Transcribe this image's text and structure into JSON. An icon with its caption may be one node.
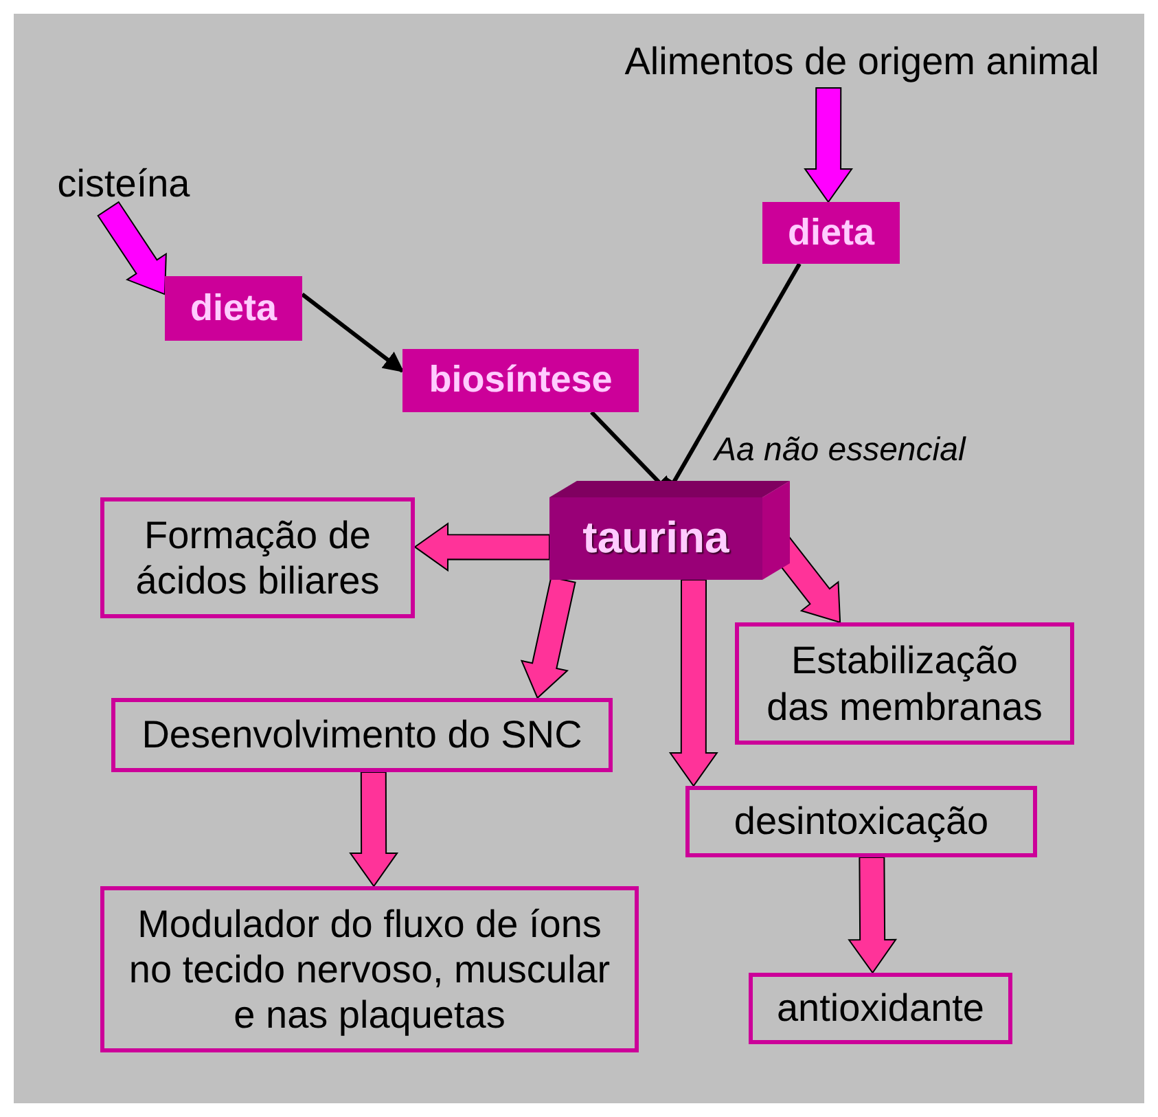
{
  "diagram": {
    "nodes": [
      {
        "text": [
          "Alimentos de origem animal"
        ]
      },
      {
        "text": [
          "cisteína"
        ]
      },
      {
        "text": [
          "dieta"
        ]
      },
      {
        "text": [
          "dieta"
        ]
      },
      {
        "text": [
          "biosíntese"
        ]
      },
      {
        "text": [
          "taurina"
        ],
        "beside": [
          "Aa não essencial"
        ]
      },
      {
        "text": [
          "Formação de ácidos biliares"
        ]
      },
      {
        "text": [
          "Estabilização das membranas"
        ]
      },
      {
        "text": [
          "Desenvolvimento do SNC"
        ]
      },
      {
        "text": [
          "desintoxicação"
        ]
      },
      {
        "text": [
          "Modulador do fluxo de íons no tecido nervoso, muscular e nas plaquetas"
        ]
      },
      {
        "text": [
          "antioxidante"
        ]
      }
    ],
    "edges": [
      {
        "from": 0,
        "to": 2,
        "arrow": "to",
        "style": "thick",
        "color": "#ff00ff"
      },
      {
        "from": 1,
        "to": 3,
        "arrow": "to",
        "style": "thick",
        "color": "#ff00ff"
      },
      {
        "from": 3,
        "to": 4,
        "arrow": "to",
        "color": "#000000"
      },
      {
        "from": 4,
        "to": 5,
        "arrow": "to",
        "color": "#000000"
      },
      {
        "from": 2,
        "to": 5,
        "arrow": "to",
        "color": "#000000"
      },
      {
        "from": 5,
        "to": 6,
        "arrow": "to",
        "style": "thick"
      },
      {
        "from": 5,
        "to": 8,
        "arrow": "to",
        "style": "thick"
      },
      {
        "from": 5,
        "to": 9,
        "arrow": "to",
        "style": "thick"
      },
      {
        "from": 5,
        "to": 7,
        "arrow": "to",
        "style": "thick"
      },
      {
        "from": 8,
        "to": 10,
        "arrow": "to",
        "style": "thick"
      },
      {
        "from": 9,
        "to": 11,
        "arrow": "to",
        "style": "thick"
      }
    ]
  }
}
